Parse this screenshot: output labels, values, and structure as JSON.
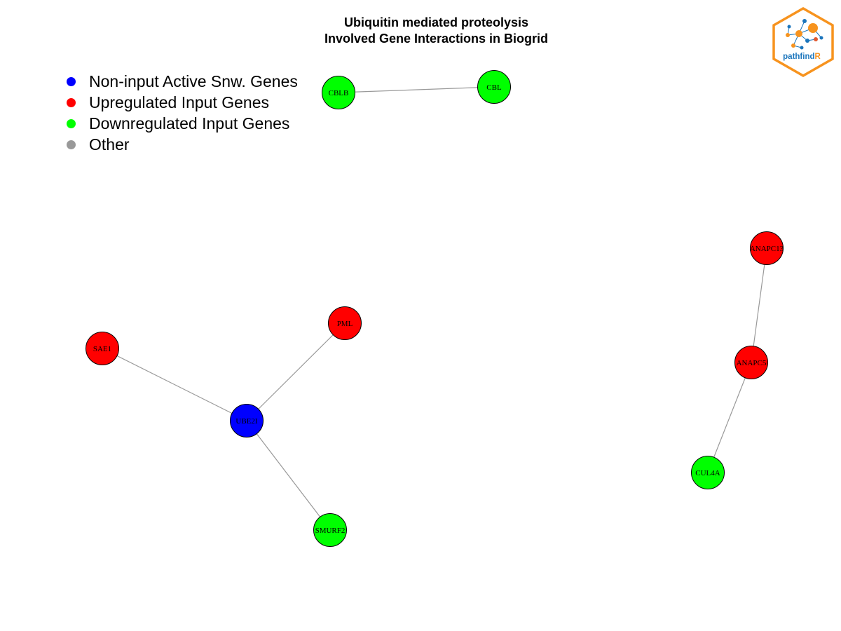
{
  "title": {
    "line1": "Ubiquitin mediated proteolysis",
    "line2": "Involved Gene Interactions in Biogrid"
  },
  "legend": [
    {
      "label": "Non-input Active Snw. Genes",
      "color": "#0000ff"
    },
    {
      "label": "Upregulated Input Genes",
      "color": "#ff0000"
    },
    {
      "label": "Downregulated Input Genes",
      "color": "#00ff00"
    },
    {
      "label": "Other",
      "color": "#999999"
    }
  ],
  "logo": {
    "text_main": "pathfind",
    "text_accent": "R",
    "border_color": "#f7931e",
    "text_color": "#1b75bc"
  },
  "nodes": [
    {
      "id": "CBLB",
      "label": "CBLB",
      "group": "Downregulated Input Genes",
      "color": "#00ff00"
    },
    {
      "id": "CBL",
      "label": "CBL",
      "group": "Downregulated Input Genes",
      "color": "#00ff00"
    },
    {
      "id": "ANAPC13",
      "label": "ANAPC13",
      "group": "Upregulated Input Genes",
      "color": "#ff0000"
    },
    {
      "id": "PML",
      "label": "PML",
      "group": "Upregulated Input Genes",
      "color": "#ff0000"
    },
    {
      "id": "SAE1",
      "label": "SAE1",
      "group": "Upregulated Input Genes",
      "color": "#ff0000"
    },
    {
      "id": "ANAPC5",
      "label": "ANAPC5",
      "group": "Upregulated Input Genes",
      "color": "#ff0000"
    },
    {
      "id": "UBE2I",
      "label": "UBE2I",
      "group": "Non-input Active Snw. Genes",
      "color": "#0000ff"
    },
    {
      "id": "CUL4A",
      "label": "CUL4A",
      "group": "Downregulated Input Genes",
      "color": "#00ff00"
    },
    {
      "id": "SMURF2",
      "label": "SMURF2",
      "group": "Downregulated Input Genes",
      "color": "#00ff00"
    }
  ],
  "edges": [
    {
      "source": "CBLB",
      "target": "CBL"
    },
    {
      "source": "ANAPC13",
      "target": "ANAPC5"
    },
    {
      "source": "ANAPC5",
      "target": "CUL4A"
    },
    {
      "source": "SAE1",
      "target": "UBE2I"
    },
    {
      "source": "PML",
      "target": "UBE2I"
    },
    {
      "source": "UBE2I",
      "target": "SMURF2"
    }
  ]
}
